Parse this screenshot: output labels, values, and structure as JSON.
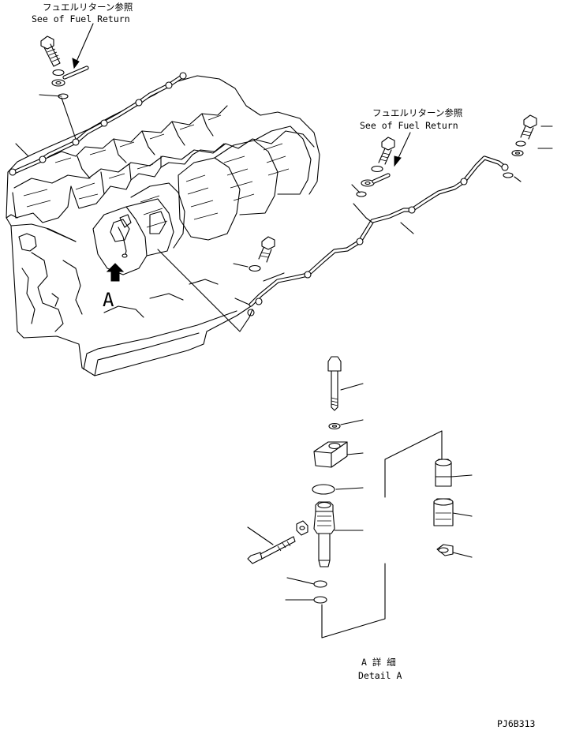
{
  "references": {
    "fuel_return_top": {
      "jp": "フュエルリターン参照",
      "en": "See of Fuel Return"
    },
    "fuel_return_right": {
      "jp": "フュエルリターン参照",
      "en": "See of Fuel Return"
    }
  },
  "view_marker": {
    "letter": "A"
  },
  "detail": {
    "jp": "A 詳 細",
    "en": "Detail A"
  },
  "drawing_code": "PJ6B313"
}
